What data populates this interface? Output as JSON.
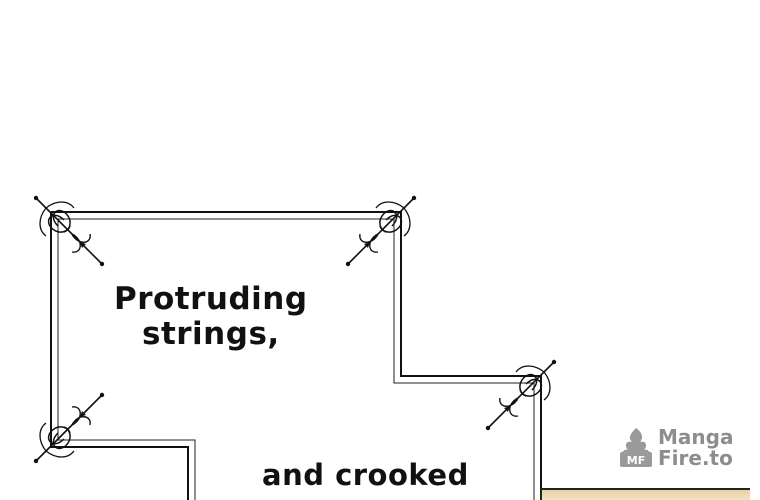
{
  "panel": {
    "caption_line1": "Protruding",
    "caption_line2": "strings,",
    "caption_bottom": "and crooked"
  },
  "watermark": {
    "line1": "Manga",
    "line2": "Fire.to",
    "color": "#8d8d8d"
  },
  "icons": [
    "ornate-corner-icon",
    "watermark-logo-icon"
  ]
}
